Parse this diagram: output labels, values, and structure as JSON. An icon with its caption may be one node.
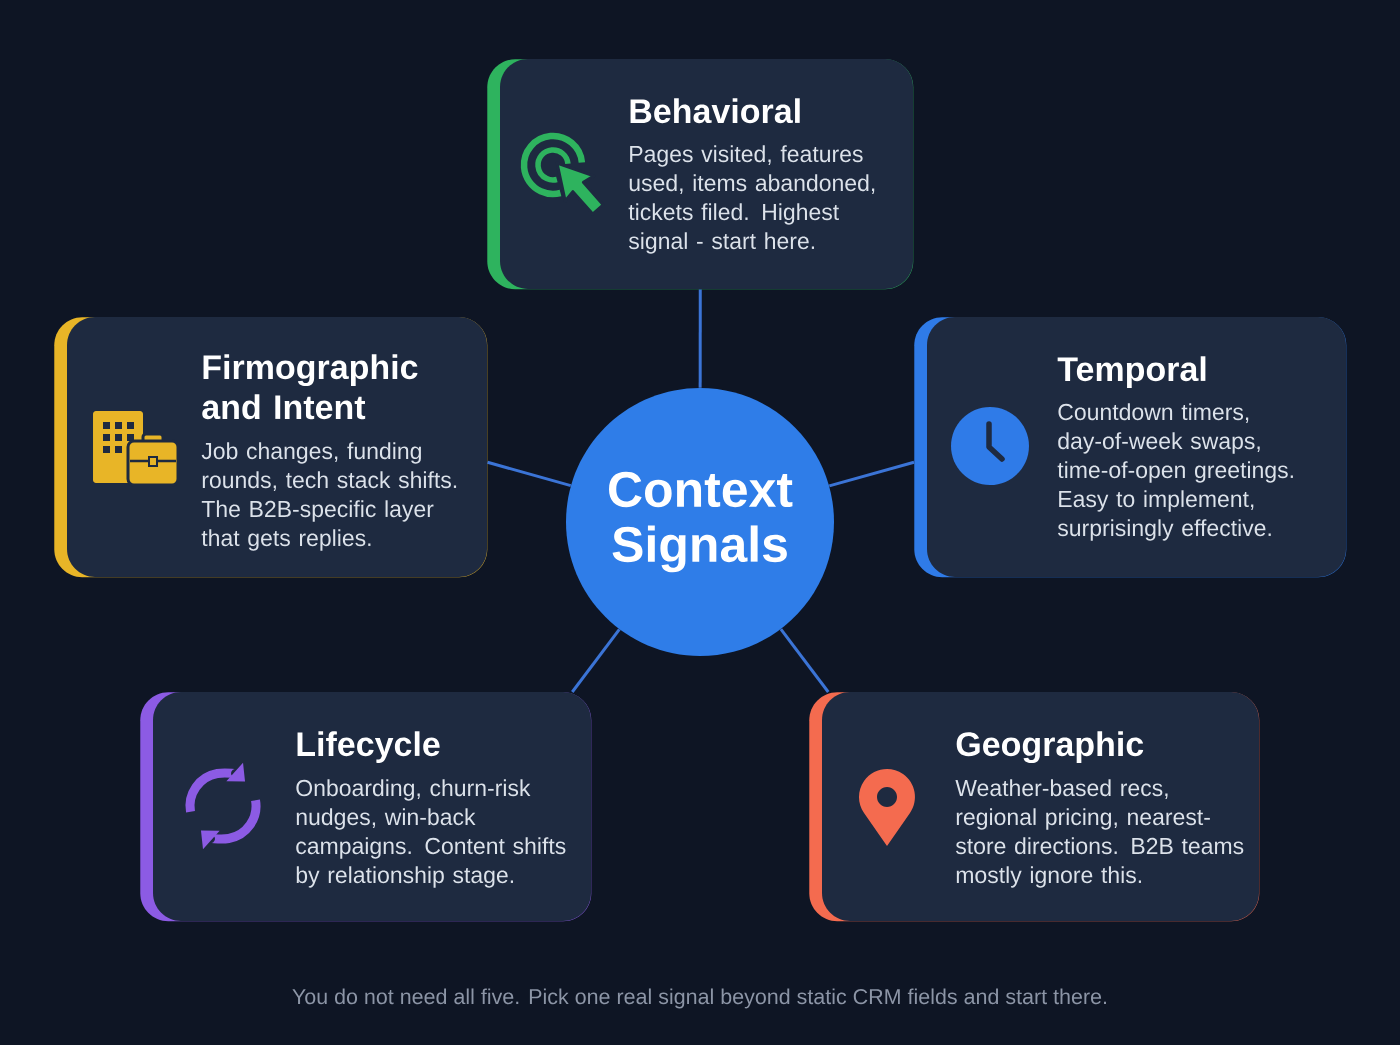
{
  "diagram": {
    "nodes": [
      {
        "text": [
          "Behavioral",
          "Pages visited, features used, items abandoned, tickets filed. Highest signal - start here."
        ]
      },
      {
        "text": [
          "Firmographic and Intent",
          "Job changes, funding rounds, tech stack shifts. The B2B-specific layer that gets replies."
        ]
      },
      {
        "text": [
          "Context Signals"
        ]
      },
      {
        "text": [
          "Temporal",
          "Countdown timers, day-of-week swaps, time-of-open greetings. Easy to implement, surprisingly effective."
        ]
      },
      {
        "text": [
          "Lifecycle",
          "Onboarding, churn-risk nudges, win-back campaigns. Content shifts by relationship stage."
        ]
      },
      {
        "text": [
          "Geographic",
          "Weather-based recs, regional pricing, nearest-store directions. B2B teams mostly ignore this."
        ]
      }
    ],
    "edges": [
      {
        "from": 2,
        "to": 0,
        "arrow": "none"
      },
      {
        "from": 2,
        "to": 1,
        "arrow": "none"
      },
      {
        "from": 2,
        "to": 3,
        "arrow": "none"
      },
      {
        "from": 2,
        "to": 4,
        "arrow": "none"
      },
      {
        "from": 2,
        "to": 5,
        "arrow": "none"
      }
    ],
    "caption": "You do not need all five. Pick one real signal beyond static CRM fields and start there."
  }
}
